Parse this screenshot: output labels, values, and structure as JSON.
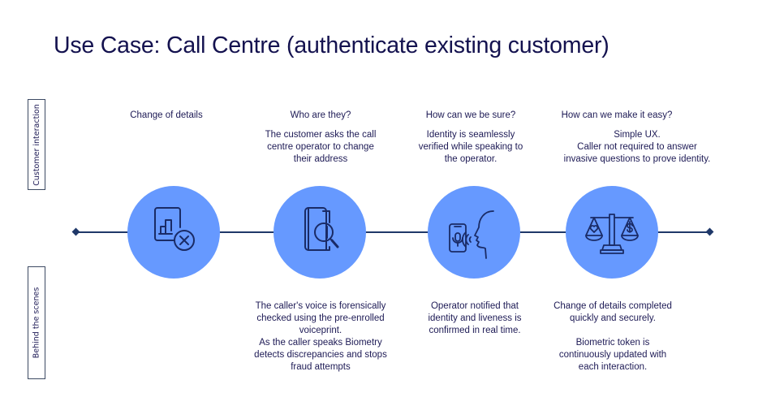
{
  "title": "Use Case: Call Centre (authenticate existing customer)",
  "side_labels": {
    "top": "Customer interaction",
    "bottom": "Behind the scenes"
  },
  "colors": {
    "circle": "#6699ff",
    "timeline": "#1f3869",
    "text": "#1d1a55",
    "icon_stroke": "#1a2b66"
  },
  "steps": [
    {
      "heading": "Change of details",
      "customer_lines": [],
      "icon": "report-cancel-icon",
      "behind_lines": []
    },
    {
      "heading": "Who are they?",
      "customer_lines": [
        "The customer asks the call",
        "centre operator to change",
        "their address"
      ],
      "icon": "book-search-icon",
      "behind_lines": [
        "The caller's voice is forensically",
        "checked using the pre-enrolled",
        "voiceprint.",
        "As the caller speaks Biometry",
        "detects discrepancies and stops",
        "fraud attempts"
      ]
    },
    {
      "heading": "How can we be sure?",
      "customer_lines": [
        "Identity is seamlessly",
        "verified while speaking to",
        "the operator."
      ],
      "icon": "voice-phone-icon",
      "behind_lines": [
        "Operator notified that",
        "identity and liveness is",
        "confirmed in real time."
      ]
    },
    {
      "heading": "How can we make it easy?",
      "customer_lines": [
        "Simple UX.",
        "Caller not required to answer",
        "invasive questions to prove identity."
      ],
      "icon": "balance-scale-icon",
      "behind_lines": [
        "Change of details completed",
        "quickly and securely.",
        "",
        "Biometric token is",
        "continuously updated with",
        "each interaction."
      ]
    }
  ]
}
